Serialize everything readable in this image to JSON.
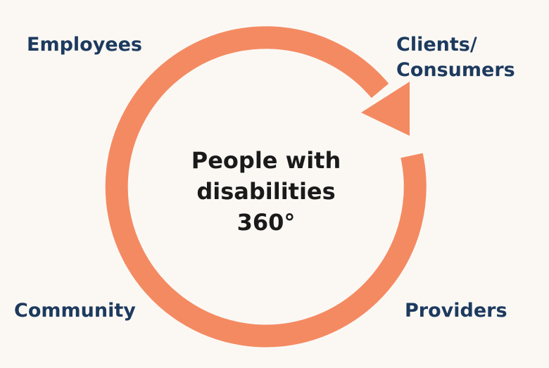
{
  "labels": {
    "employees": "Employees",
    "clients_line1": "Clients/",
    "clients_line2": "Consumers",
    "community": "Community",
    "providers": "Providers"
  },
  "center": {
    "line1": "People with",
    "line2": "disabilities",
    "line3": "360°"
  },
  "colors": {
    "arrow": "#f48a62",
    "label": "#1d3a5e",
    "center_text": "#1a1a1a",
    "background": "#fbf8f4"
  }
}
